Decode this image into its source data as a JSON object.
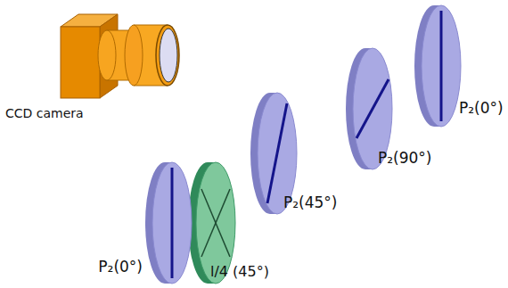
{
  "diagram": {
    "labels": [
      "CCD camera",
      "P₂(0°)",
      "P₂(90°)",
      "P₂(45°)",
      "l/4 (45°)",
      "P₂(0°)"
    ]
  }
}
